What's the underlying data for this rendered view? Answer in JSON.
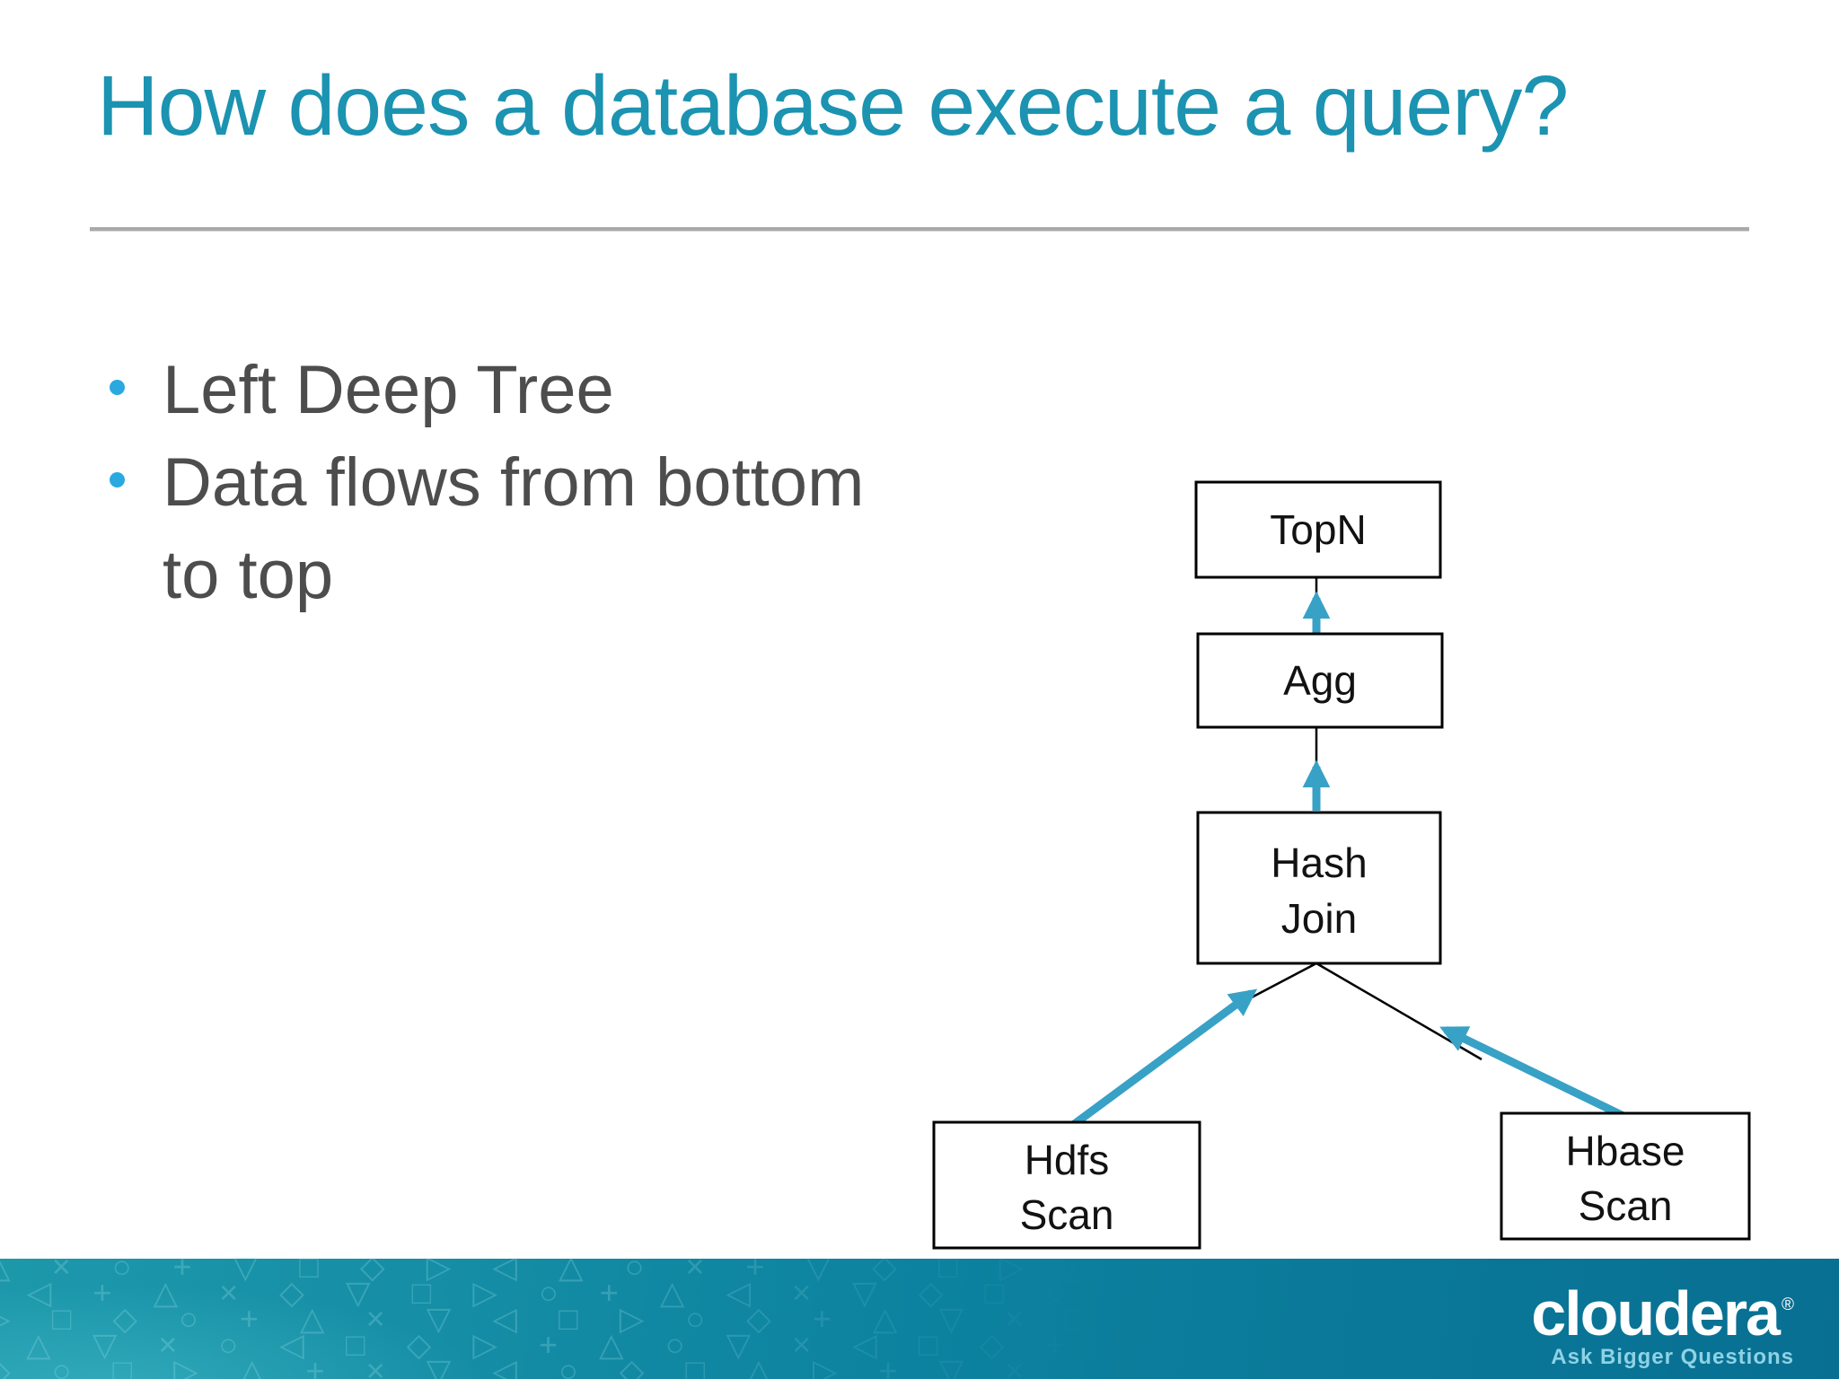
{
  "slide": {
    "title": "How does a database execute a query?",
    "bullets": [
      {
        "lines": [
          "Left Deep Tree"
        ]
      },
      {
        "lines": [
          "Data flows from bottom",
          "to top"
        ]
      }
    ]
  },
  "diagram": {
    "nodes": [
      {
        "id": "topn",
        "label": "TopN"
      },
      {
        "id": "agg",
        "label": "Agg"
      },
      {
        "id": "hash-join",
        "lines": [
          "Hash",
          "Join"
        ]
      },
      {
        "id": "hdfs-scan",
        "lines": [
          "Hdfs",
          "Scan"
        ]
      },
      {
        "id": "hbase-scan",
        "lines": [
          "Hbase",
          "Scan"
        ]
      }
    ],
    "edges": [
      {
        "from": "agg",
        "to": "topn"
      },
      {
        "from": "hash-join",
        "to": "agg"
      },
      {
        "from": "hdfs-scan",
        "to": "hash-join"
      },
      {
        "from": "hbase-scan",
        "to": "hash-join"
      }
    ]
  },
  "footer": {
    "brand": "cloudera",
    "reg": "®",
    "tagline": "Ask Bigger Questions",
    "pattern_rows": [
      "△ × ○ + ▽ □ ◇ ▷ ◁ △ ○ × + ▽ ◇ □ ▷ △ ◁ ○ + × ▽ ◇ □ ▷ △ ○",
      "○ ◁ + △ × ◇ ▽ □ ▷ ○ + △ ◁ × ▽ ◇ □ ○ ▷ + △ × ◁ ▽ ◇ □ ○ +",
      "▷ □ ◇ ○ + △ × ▽ ◁ □ ▷ ○ ◇ + △ ▽ × □ ◁ ○ ▷ ◇ + △ ▽ × □ ○",
      "+ △ ▽ × ○ ◁ □ ◇ ▷ + △ ○ ▽ × ◁ □ ◇ + ▷ △ ○ ▽ × □ ◁ ◇ + △",
      "◇ ○ □ ▷ △ + × ▽ ◁ ○ ◇ □ △ ▷ + ▽ × ○ ◁ ◇ □ △ + ▷ ▽ ○ × ◇",
      "× + ◁ ▽ ○ △ ▷ □ ◇ × ○ + ▽ △ ◁ □ ▷ ◇ × ○ + △ ▽ ◁ □ ◇ ▷ ×"
    ]
  },
  "colors": {
    "title_teal": "#1b93b1",
    "body_text": "#4d4d4d",
    "bullet_dot": "#29a9e0",
    "arrow_teal": "#38a1c6",
    "box_border": "#000000",
    "divider_gray": "#a9a9a9",
    "footer_grad_left": "#1d98ab",
    "footer_grad_mid": "#0d83a0",
    "footer_grad_right": "#086f92",
    "logo_white": "#ffffff",
    "tagline_blue": "#8fd2e4",
    "pattern_glyph": "rgba(170,235,240,0.24)"
  }
}
